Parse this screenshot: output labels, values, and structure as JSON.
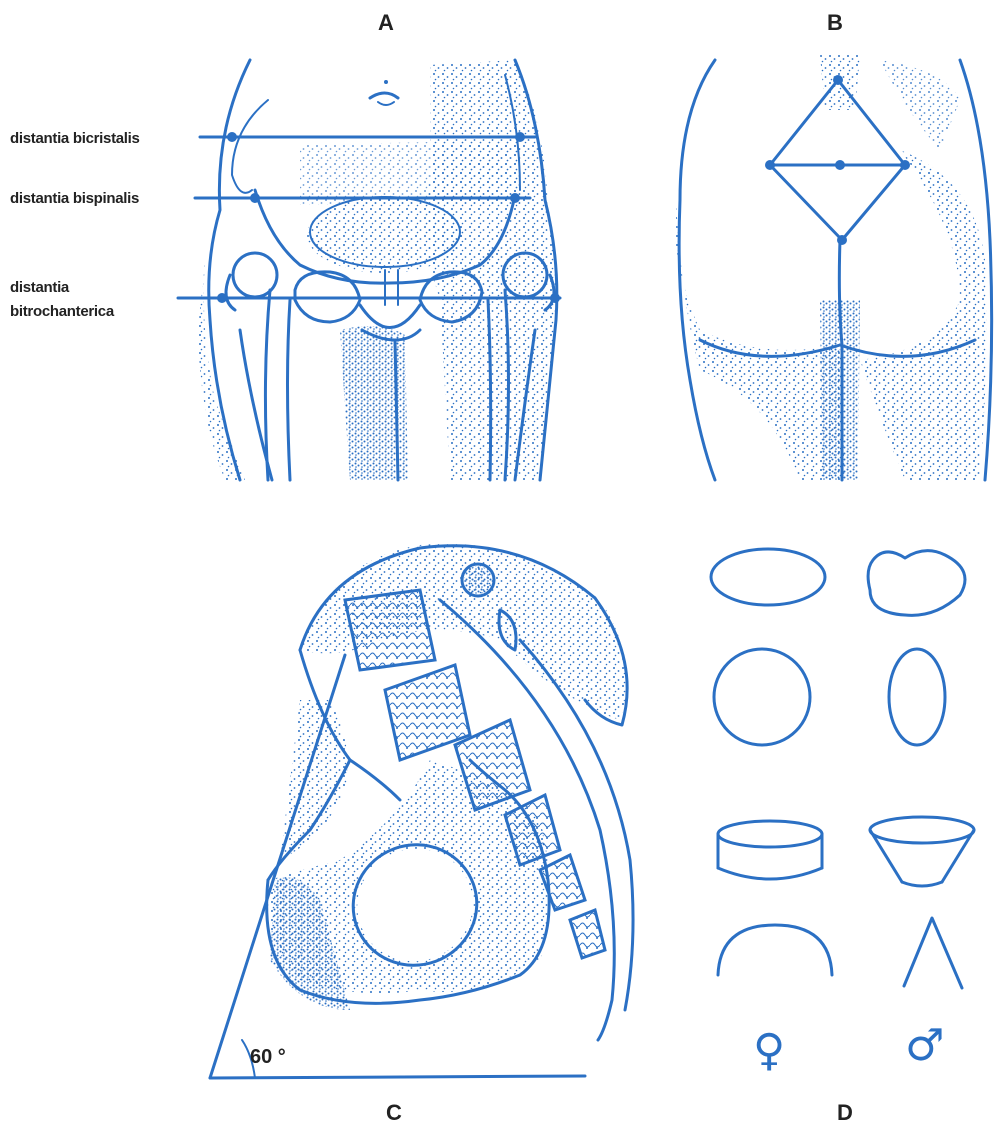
{
  "panels": {
    "a": {
      "letter": "A"
    },
    "b": {
      "letter": "B"
    },
    "c": {
      "letter": "C",
      "angle": "60 °"
    },
    "d": {
      "letter": "D",
      "female_symbol": "♀",
      "male_symbol": "♂"
    }
  },
  "labels": {
    "bicristalis": "distantia bicristalis",
    "bispinalis": "distantia bispinalis",
    "bitrochanterica_line1": "distantia",
    "bitrochanterica_line2": "bitrochanterica"
  },
  "colors": {
    "ink": "#2b70c4",
    "text": "#222222"
  }
}
